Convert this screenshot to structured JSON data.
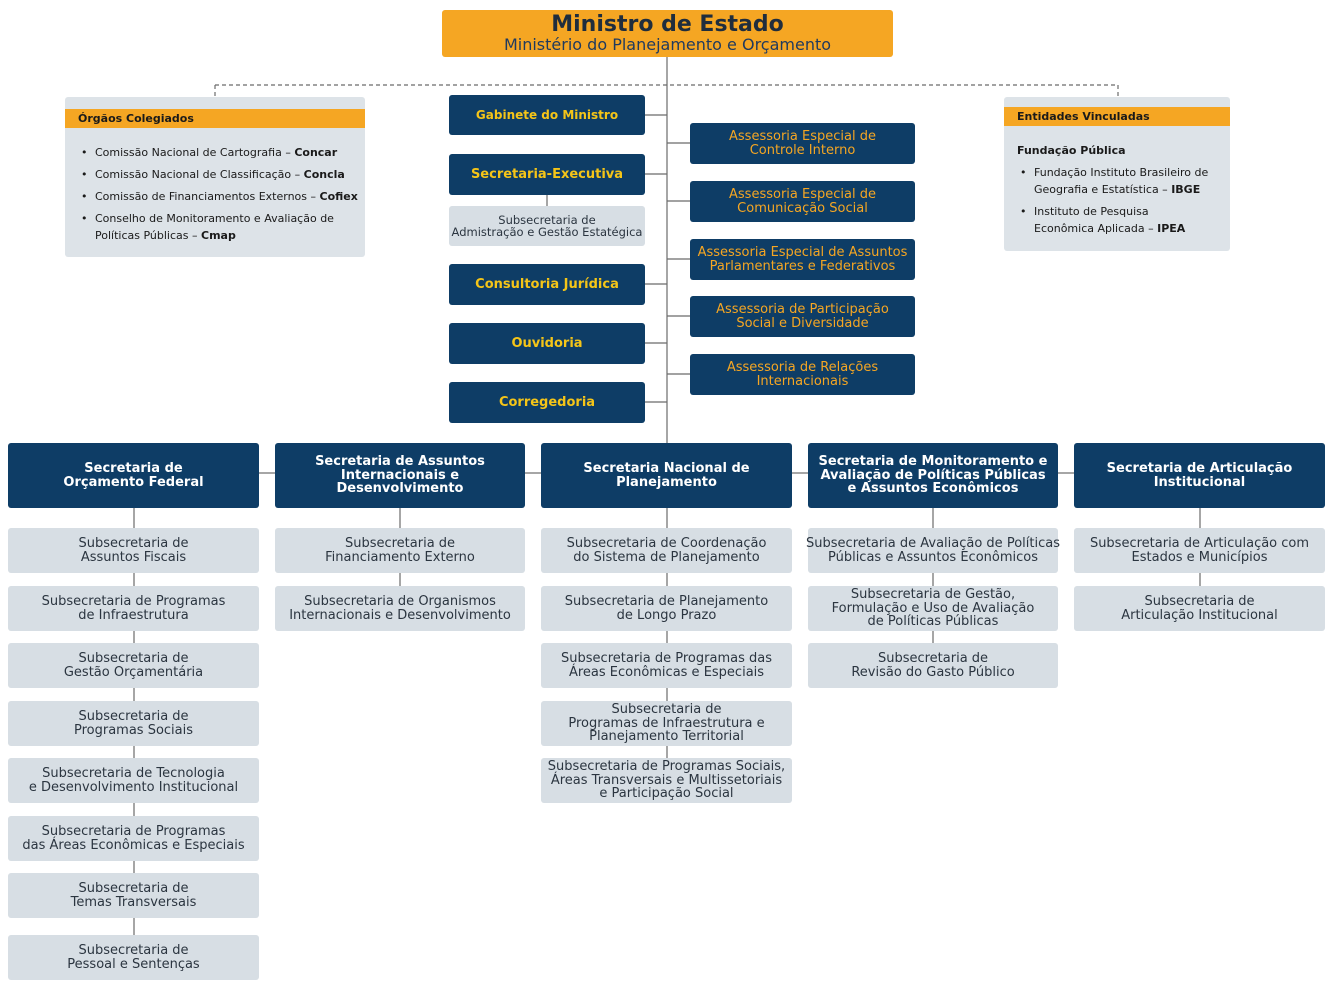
{
  "minister": {
    "title": "Ministro de Estado",
    "subtitle": "Ministério do Planejamento e Orçamento"
  },
  "orgaos_colegiados": {
    "title": "Órgãos Colegiados",
    "items": [
      {
        "text": "Comissão Nacional de Cartografia – ",
        "bold": "Concar"
      },
      {
        "text": "Comissão Nacional de Classificação – ",
        "bold": "Concla"
      },
      {
        "text": "Comissão de Financiamentos Externos – ",
        "bold": "Cofiex"
      },
      {
        "text": "Conselho de Monitoramento e Avaliação de",
        "text2": "Políticas Públicas – ",
        "bold": "Cmap"
      }
    ]
  },
  "entidades_vinculadas": {
    "title": "Entidades Vinculadas",
    "label": "Fundação Pública",
    "items": [
      {
        "text": "Fundação Instituto Brasileiro  de",
        "text2": "Geografia e Estatística – ",
        "bold": "IBGE"
      },
      {
        "text": "Instituto de Pesquisa",
        "text2": "Econômica Aplicada – ",
        "bold": "IPEA"
      }
    ]
  },
  "left_units": {
    "gabinete": "Gabinete do Ministro",
    "executiva": "Secretaria-Executiva",
    "executiva_sub": [
      "Subsecretaria de",
      "Admistração e Gestão Estatégica"
    ],
    "juridica": "Consultoria Jurídica",
    "ouvidoria": "Ouvidoria",
    "corregedoria": "Corregedoria"
  },
  "assessorias": [
    [
      "Assessoria Especial de",
      "Controle Interno"
    ],
    [
      "Assessoria Especial de",
      "Comunicação Social"
    ],
    [
      "Assessoria Especial de Assuntos",
      "Parlamentares e Federativos"
    ],
    [
      "Assessoria de Participação",
      "Social e Diversidade"
    ],
    [
      "Assessoria de Relações",
      "Internacionais"
    ]
  ],
  "secretarias": [
    {
      "name": [
        "Secretaria de",
        "Orçamento Federal"
      ],
      "subs": [
        [
          "Subsecretaria de",
          "Assuntos Fiscais"
        ],
        [
          "Subsecretaria de Programas",
          "de Infraestrutura"
        ],
        [
          "Subsecretaria de",
          "Gestão Orçamentária"
        ],
        [
          "Subsecretaria de",
          "Programas Sociais"
        ],
        [
          "Subsecretaria de Tecnologia",
          "e Desenvolvimento Institucional"
        ],
        [
          "Subsecretaria de Programas",
          "das Áreas Econômicas e Especiais"
        ],
        [
          "Subsecretaria de",
          "Temas Transversais"
        ],
        [
          "Subsecretaria de",
          "Pessoal e Sentenças"
        ]
      ]
    },
    {
      "name": [
        "Secretaria de Assuntos",
        "Internacionais e",
        "Desenvolvimento"
      ],
      "subs": [
        [
          "Subsecretaria de",
          "Financiamento Externo"
        ],
        [
          "Subsecretaria de Organismos",
          "Internacionais e Desenvolvimento"
        ]
      ]
    },
    {
      "name": [
        "Secretaria Nacional de",
        "Planejamento"
      ],
      "subs": [
        [
          "Subsecretaria de Coordenação",
          "do Sistema de Planejamento"
        ],
        [
          "Subsecretaria de Planejamento",
          "de Longo Prazo"
        ],
        [
          "Subsecretaria de Programas das",
          "Áreas Econômicas e Especiais"
        ],
        [
          "Subsecretaria de",
          "Programas de Infraestrutura e",
          "Planejamento Territorial"
        ],
        [
          "Subsecretaria de Programas Sociais,",
          "Áreas Transversais e Multissetoriais",
          "e Participação Social"
        ]
      ]
    },
    {
      "name": [
        "Secretaria de Monitoramento e",
        "Avaliação de Políticas Públicas",
        "e Assuntos Econômicos"
      ],
      "subs": [
        [
          "Subsecretaria de Avaliação de Políticas",
          "Públicas e Assuntos Econômicos"
        ],
        [
          "Subsecretaria de Gestão,",
          "Formulação e Uso de Avaliação",
          "de Políticas Públicas"
        ],
        [
          "Subsecretaria de",
          "Revisão do Gasto Público"
        ]
      ]
    },
    {
      "name": [
        "Secretaria de Articulação",
        "Institucional"
      ],
      "subs": [
        [
          "Subsecretaria de Articulação com",
          "Estados e Municípios"
        ],
        [
          "Subsecretaria de",
          "Articulação Institucional"
        ]
      ]
    }
  ],
  "colors": {
    "navy": "#0e3d66",
    "orange": "#f5a623",
    "light": "#d7dee4",
    "line": "#6b6b6b"
  }
}
